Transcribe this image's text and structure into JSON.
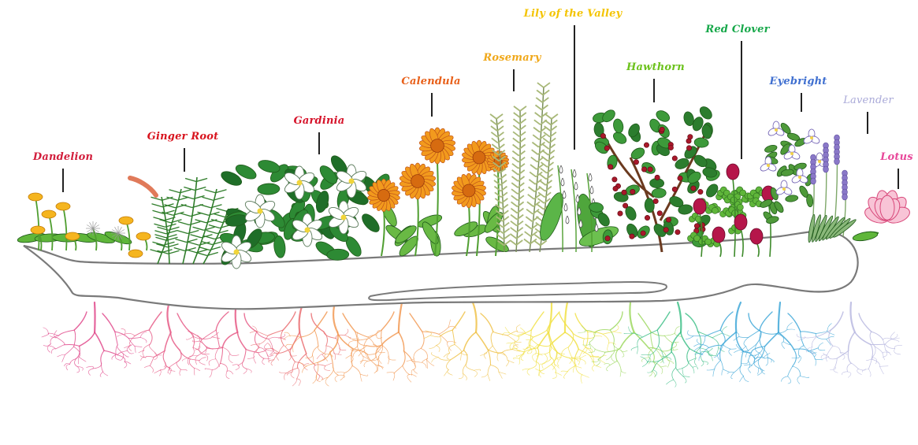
{
  "plants": [
    {
      "id": "dandelion",
      "label": "Dandelion",
      "color": "#d21e3c",
      "root_color": "#e04a8c"
    },
    {
      "id": "ginger-root",
      "label": "Ginger Root",
      "color": "#d8141e",
      "root_color": "#e65b86"
    },
    {
      "id": "gardinia",
      "label": "Gardinia",
      "color": "#d6132a",
      "root_color": "#ea6f72"
    },
    {
      "id": "calendula",
      "label": "Calendula",
      "color": "#e8601a",
      "root_color": "#f29a55"
    },
    {
      "id": "rosemary",
      "label": "Rosemary",
      "color": "#f0a81a",
      "root_color": "#f0c24a"
    },
    {
      "id": "lily-of-the-valley",
      "label": "Lily of the Valley",
      "color": "#f4c400",
      "root_color": "#f1e044"
    },
    {
      "id": "hawthorn",
      "label": "Hawthorn",
      "color": "#6cc21c",
      "root_color": "#9ed860"
    },
    {
      "id": "red-clover",
      "label": "Red Clover",
      "color": "#17a84a",
      "root_color": "#3fbf88"
    },
    {
      "id": "eyebright",
      "label": "Eyebright",
      "color": "#3f6fd0",
      "root_color": "#41a8d8"
    },
    {
      "id": "lavender",
      "label": "Lavender",
      "color": "#a9a9d8",
      "root_color": "#b8b8e0"
    },
    {
      "id": "lotus",
      "label": "Lotus",
      "color": "#e8489a",
      "root_color": "#f0a0c8"
    }
  ]
}
